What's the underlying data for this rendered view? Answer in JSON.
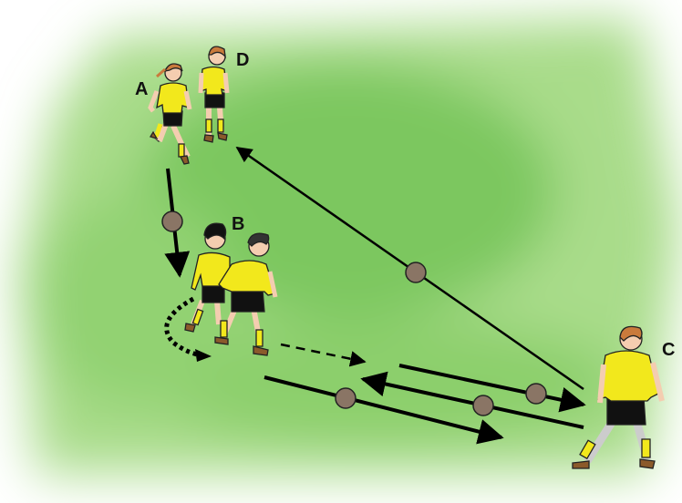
{
  "players": [
    {
      "label": "A"
    },
    {
      "label": "B"
    },
    {
      "label": "C"
    },
    {
      "label": "D"
    }
  ],
  "colors": {
    "field": "#8fcf6a",
    "field_dark": "#6fbf54",
    "jersey": "#f2e81c",
    "shorts": "#111111",
    "skin": "#f4cdb0",
    "ball": "#8a7565",
    "arrow": "#000000"
  }
}
